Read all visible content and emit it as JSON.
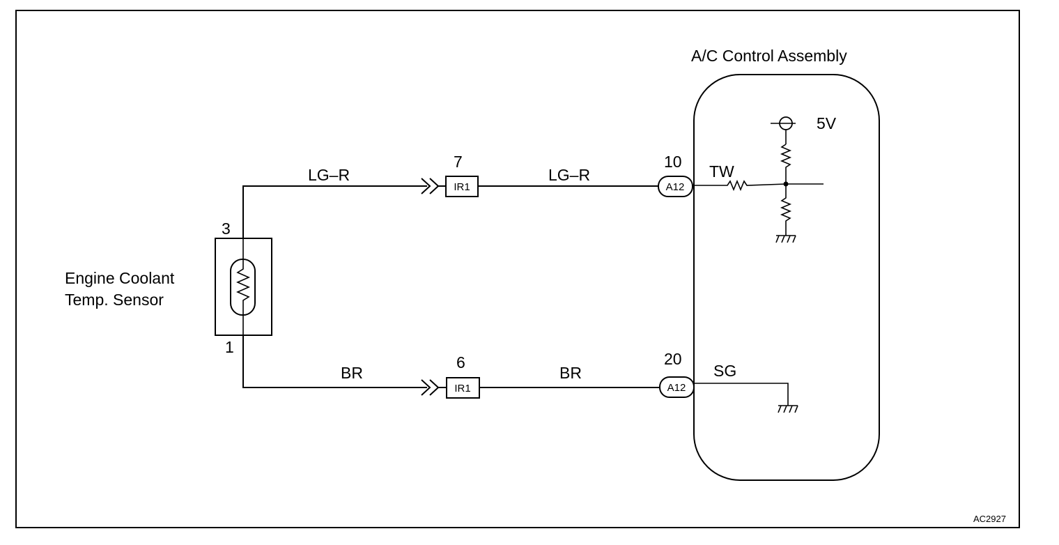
{
  "assembly": {
    "title": "A/C Control Assembly",
    "supply": "5V",
    "tw_label": "TW",
    "sg_label": "SG"
  },
  "sensor": {
    "name_line1": "Engine Coolant",
    "name_line2": "Temp. Sensor",
    "pin_top": "3",
    "pin_bottom": "1"
  },
  "wires": {
    "top": {
      "color_left": "LG–R",
      "color_right": "LG–R",
      "connector": "IR1",
      "connector_pin": "7",
      "ecu_connector": "A12",
      "ecu_pin": "10"
    },
    "bottom": {
      "color_left": "BR",
      "color_right": "BR",
      "connector": "IR1",
      "connector_pin": "6",
      "ecu_connector": "A12",
      "ecu_pin": "20"
    }
  },
  "figure_id": "AC2927"
}
